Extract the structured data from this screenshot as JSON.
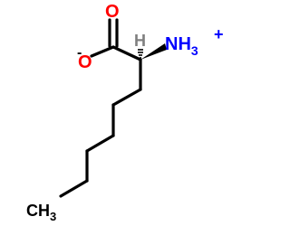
{
  "molecule": {
    "labels": {
      "oxygen_double": "O",
      "oxygen_anion": "O",
      "anion_charge": "-",
      "hydrogen": "H",
      "ammonium_n": "N",
      "ammonium_h": "H",
      "ammonium_subscript": "3",
      "ammonium_charge": "+",
      "methyl_c": "C",
      "methyl_h": "H",
      "methyl_subscript": "3"
    },
    "colors": {
      "oxygen": "#ff0000",
      "nitrogen": "#0000ff",
      "carbon": "#000000",
      "hydrogen": "#7f7f7f",
      "bond": "#000000"
    }
  }
}
